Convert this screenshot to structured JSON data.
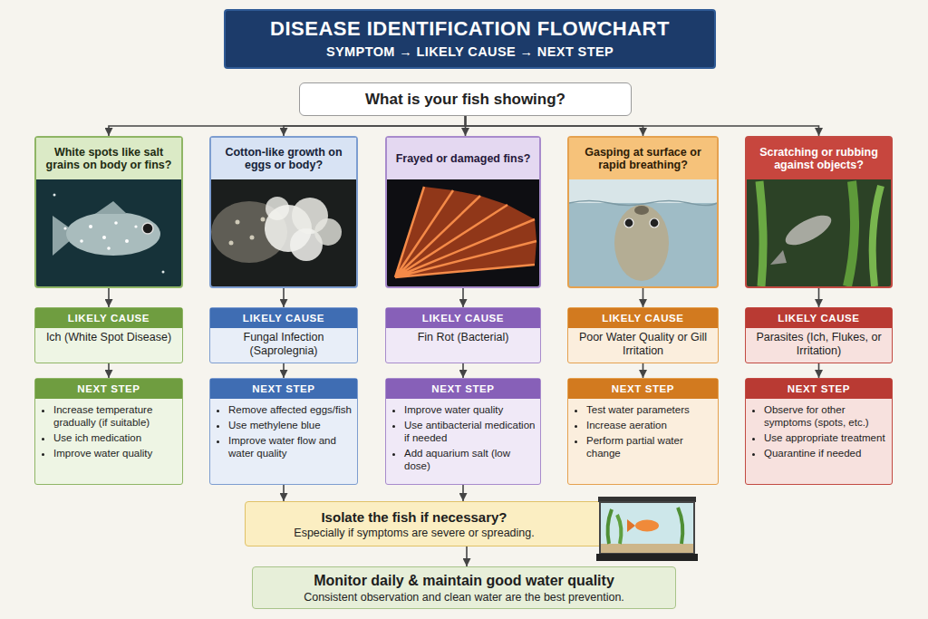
{
  "diagram": {
    "title": "DISEASE IDENTIFICATION FLOWCHART",
    "nodes": [
      {
        "text": [
          "What is your fish showing?"
        ]
      },
      {
        "text": [
          "White spots like salt grains on body or fins?"
        ]
      },
      {
        "text": [
          "Cotton-like growth on eggs or body?"
        ]
      },
      {
        "text": [
          "Frayed or damaged fins?"
        ]
      },
      {
        "text": [
          "Gasping at surface or rapid breathing?"
        ]
      },
      {
        "text": [
          "Scratching or rubbing against objects?"
        ]
      },
      {
        "text": [
          "LIKELY CAUSE",
          "Ich (White Spot Disease)"
        ]
      },
      {
        "text": [
          "LIKELY CAUSE",
          "Fungal Infection (Saprolegnia)"
        ]
      },
      {
        "text": [
          "LIKELY CAUSE",
          "Fin Rot (Bacterial)"
        ]
      },
      {
        "text": [
          "LIKELY CAUSE",
          "Poor Water Quality or Gill Irritation"
        ]
      },
      {
        "text": [
          "LIKELY CAUSE",
          "Parasites (Ich, Flukes, or Irritation)"
        ]
      },
      {
        "text": [
          "NEXT STEP",
          "Increase temperature gradually (if suitable)",
          "Use ich medication",
          "Improve water quality"
        ]
      },
      {
        "text": [
          "NEXT STEP",
          "Remove affected eggs/fish",
          "Use methylene blue",
          "Improve water flow and water quality"
        ]
      },
      {
        "text": [
          "NEXT STEP",
          "Improve water quality",
          "Use antibacterial medication if needed",
          "Add aquarium salt (low dose)"
        ]
      },
      {
        "text": [
          "NEXT STEP",
          "Test water parameters",
          "Increase aeration",
          "Perform partial water change"
        ]
      },
      {
        "text": [
          "NEXT STEP",
          "Observe for other symptoms (spots, etc.)",
          "Use appropriate treatment",
          "Quarantine if needed"
        ]
      },
      {
        "text": [
          "Isolate the fish if necessary?",
          "Especially if symptoms are severe or spreading."
        ]
      },
      {
        "text": [
          "Monitor daily & maintain good water quality",
          "Consistent observation and clean water are the best prevention."
        ]
      }
    ],
    "edges": [
      {
        "from": 0,
        "to": 1,
        "arrow": "to"
      },
      {
        "from": 0,
        "to": 2,
        "arrow": "to"
      },
      {
        "from": 0,
        "to": 3,
        "arrow": "to"
      },
      {
        "from": 0,
        "to": 4,
        "arrow": "to"
      },
      {
        "from": 0,
        "to": 5,
        "arrow": "to"
      },
      {
        "from": 1,
        "to": 6,
        "arrow": "to"
      },
      {
        "from": 2,
        "to": 7,
        "arrow": "to"
      },
      {
        "from": 3,
        "to": 8,
        "arrow": "to"
      },
      {
        "from": 4,
        "to": 9,
        "arrow": "to"
      },
      {
        "from": 5,
        "to": 10,
        "arrow": "to"
      },
      {
        "from": 6,
        "to": 11,
        "arrow": "to"
      },
      {
        "from": 7,
        "to": 12,
        "arrow": "to"
      },
      {
        "from": 8,
        "to": 13,
        "arrow": "to"
      },
      {
        "from": 9,
        "to": 14,
        "arrow": "to"
      },
      {
        "from": 10,
        "to": 15,
        "arrow": "to"
      },
      {
        "from": 12,
        "to": 16,
        "arrow": "to"
      },
      {
        "from": 13,
        "to": 16,
        "arrow": "to"
      },
      {
        "from": 16,
        "to": 17,
        "arrow": "to"
      }
    ],
    "labels": [
      "SYMPTOM → LIKELY CAUSE → NEXT STEP"
    ]
  }
}
